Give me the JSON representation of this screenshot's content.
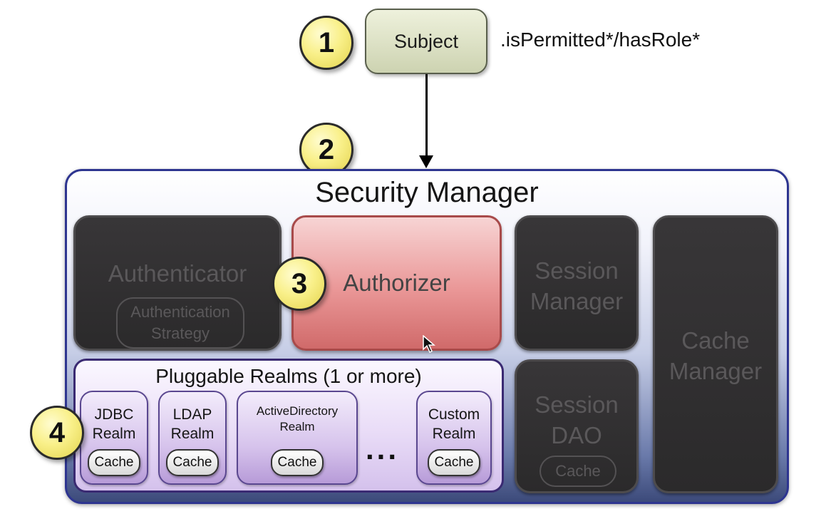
{
  "steps": [
    "1",
    "2",
    "3",
    "4"
  ],
  "subject": {
    "label": "Subject",
    "methods": ".isPermitted*/hasRole*"
  },
  "security_manager": {
    "title": "Security Manager",
    "authenticator": {
      "label": "Authenticator",
      "strategy_line1": "Authentication",
      "strategy_line2": "Strategy"
    },
    "authorizer": {
      "label": "Authorizer"
    },
    "session_manager": {
      "line1": "Session",
      "line2": "Manager"
    },
    "session_dao": {
      "line1": "Session",
      "line2": "DAO",
      "cache": "Cache"
    },
    "cache_manager": {
      "line1": "Cache",
      "line2": "Manager"
    },
    "realms": {
      "title": "Pluggable Realms (1 or more)",
      "items": [
        {
          "line1": "JDBC",
          "line2": "Realm",
          "cache": "Cache"
        },
        {
          "line1": "LDAP",
          "line2": "Realm",
          "cache": "Cache"
        },
        {
          "line1": "ActiveDirectory",
          "line2": "Realm",
          "cache": "Cache"
        },
        {
          "line1": "Custom",
          "line2": "Realm",
          "cache": "Cache"
        }
      ],
      "ellipsis": "..."
    }
  },
  "colors": {
    "badge": "#f9f08a",
    "security_manager_border": "#2e3590",
    "authorizer": "#ea9797",
    "realm": "#d6c3ec",
    "inactive_component": "#2b2a2b"
  }
}
